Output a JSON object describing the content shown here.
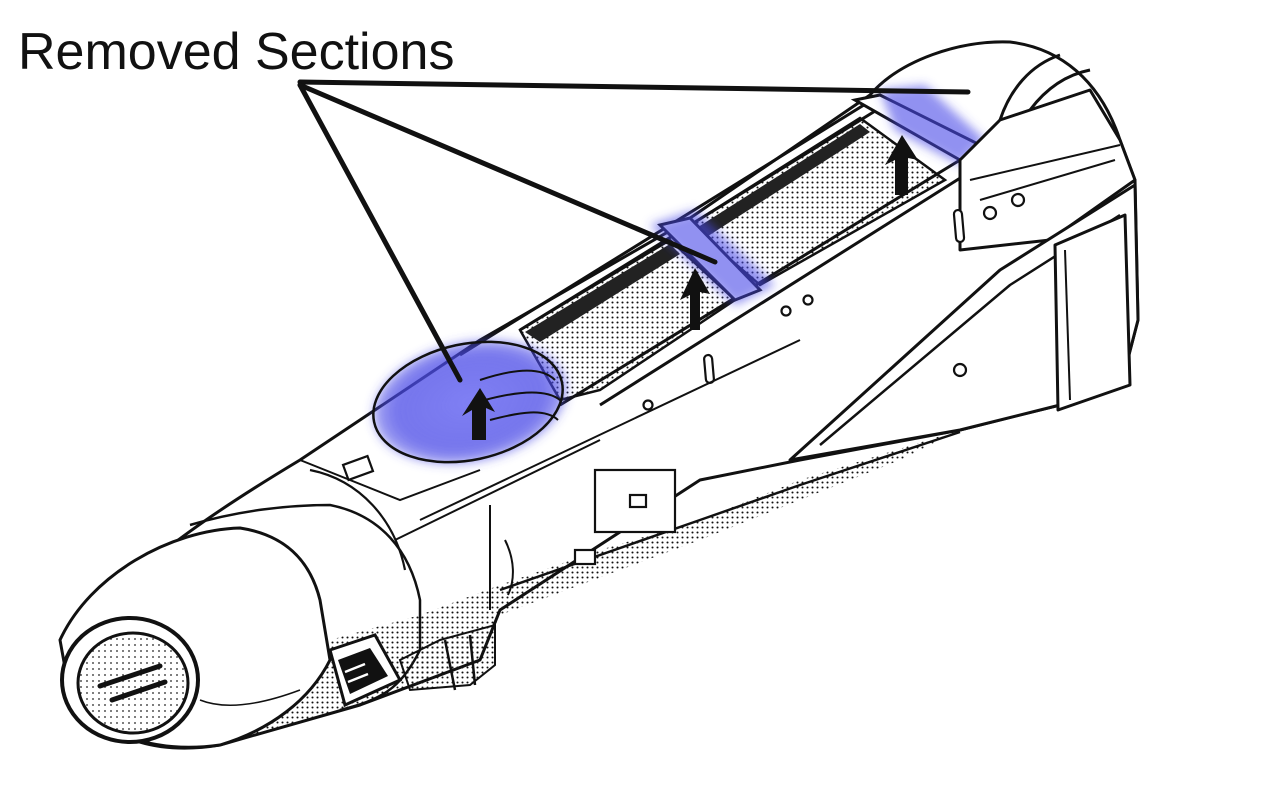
{
  "annotation": {
    "label": "Removed Sections"
  },
  "colors": {
    "ink": "#111111",
    "highlight": "#4a4ae8",
    "paper": "#ffffff"
  },
  "parts": {
    "highlighted_sections": [
      "front-canopy-section",
      "middle-frame-section",
      "rear-frame-section"
    ],
    "icons": [
      "arrow-up-icon",
      "vent-icon",
      "hatch-icon"
    ]
  }
}
